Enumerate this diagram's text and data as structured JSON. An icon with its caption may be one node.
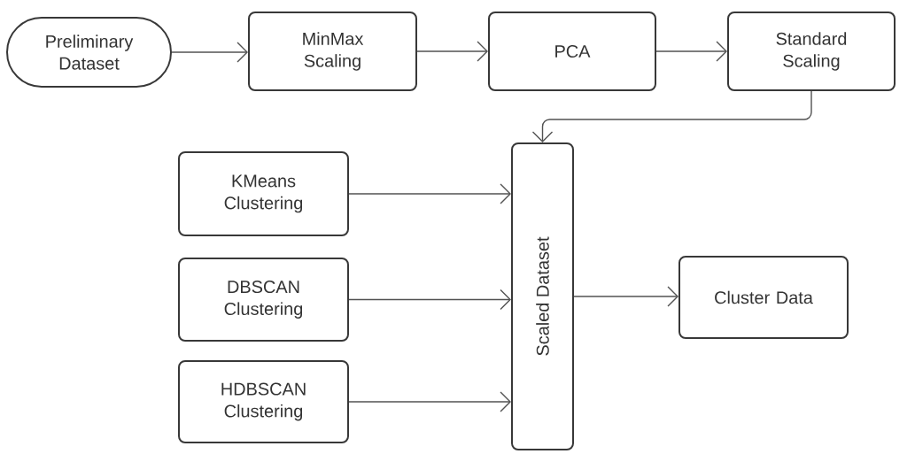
{
  "diagram": {
    "nodes": [
      {
        "text": [
          "Preliminary Dataset"
        ]
      },
      {
        "text": [
          "MinMax Scaling"
        ]
      },
      {
        "text": [
          "PCA"
        ]
      },
      {
        "text": [
          "Standard Scaling"
        ]
      },
      {
        "text": [
          "Scaled Dataset"
        ]
      },
      {
        "text": [
          "KMeans Clustering"
        ]
      },
      {
        "text": [
          "DBSCAN Clustering"
        ]
      },
      {
        "text": [
          "HDBSCAN Clustering"
        ]
      },
      {
        "text": [
          "Cluster Data"
        ]
      }
    ],
    "edges": [
      {
        "from": 0,
        "to": 1,
        "arrow": "to"
      },
      {
        "from": 1,
        "to": 2,
        "arrow": "to"
      },
      {
        "from": 2,
        "to": 3,
        "arrow": "to"
      },
      {
        "from": 3,
        "to": 4,
        "arrow": "to"
      },
      {
        "from": 5,
        "to": 4,
        "arrow": "to"
      },
      {
        "from": 6,
        "to": 4,
        "arrow": "to"
      },
      {
        "from": 7,
        "to": 4,
        "arrow": "to"
      },
      {
        "from": 4,
        "to": 8,
        "arrow": "to"
      }
    ]
  }
}
